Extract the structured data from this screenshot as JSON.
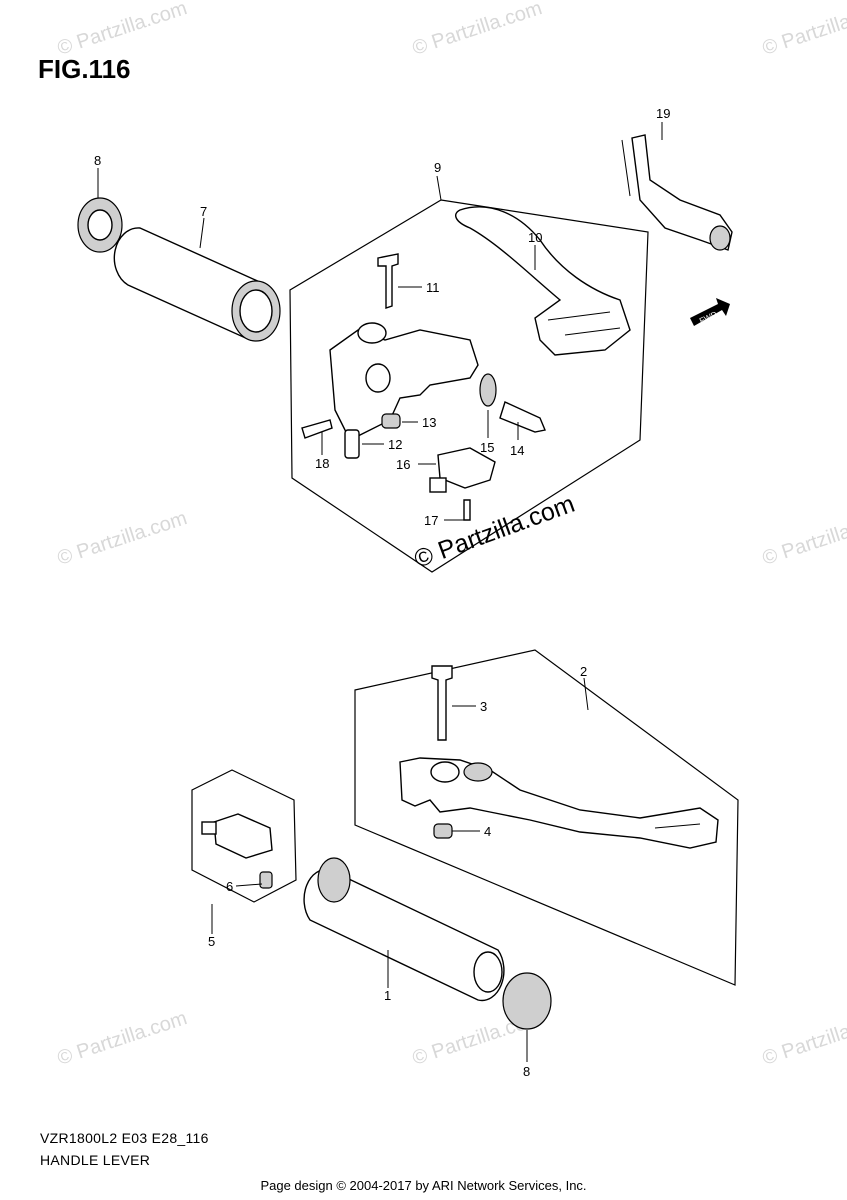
{
  "figure": {
    "title": "FIG.116"
  },
  "footer": {
    "model_code": "VZR1800L2 E03 E28_116",
    "section_name": "HANDLE LEVER",
    "copyright": "Page design © 2004-2017 by ARI Network Services, Inc."
  },
  "watermark": {
    "small": "© Partzilla.com",
    "big": "© Partzilla.com"
  },
  "fwd_label": "FWD",
  "callouts": {
    "c1": "1",
    "c2": "2",
    "c3": "3",
    "c4": "4",
    "c5": "5",
    "c6": "6",
    "c7": "7",
    "c8a": "8",
    "c8b": "8",
    "c9": "9",
    "c10": "10",
    "c11": "11",
    "c12": "12",
    "c13": "13",
    "c14": "14",
    "c15": "15",
    "c16": "16",
    "c17": "17",
    "c18": "18",
    "c19": "19"
  }
}
